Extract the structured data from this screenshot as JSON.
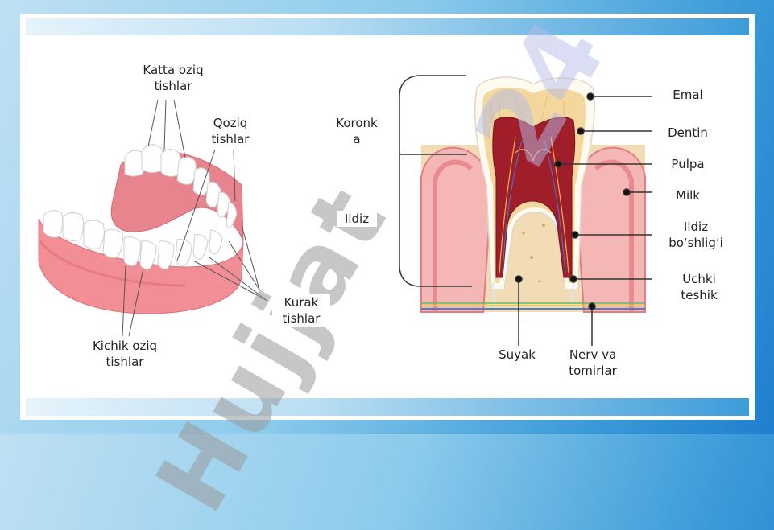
{
  "labels": {
    "katta_oziq": [
      "Katta oziq",
      "tishlar"
    ],
    "qoziq": [
      "Qoziq",
      "tishlar"
    ],
    "kurak": [
      "Kurak",
      "tishlar"
    ],
    "kichik_oziq": [
      "Kichik oziq",
      "tishlar"
    ],
    "koronka": [
      "Koronk",
      "a"
    ],
    "ildiz": "Ildiz",
    "emal": "Emal",
    "dentin": "Dentin",
    "pulpa": "Pulpa",
    "milk": "Milk",
    "ildiz_boshligi": [
      "Ildiz",
      "bo‘shlig‘i"
    ],
    "uchki_teshik": [
      "Uchki",
      "teshik"
    ],
    "suyak": "Suyak",
    "nerv": [
      "Nerv va",
      "tomirlar"
    ]
  },
  "watermark": {
    "main": "Hujjat",
    "secondary": "24"
  },
  "colors": {
    "gum": "#f08f95",
    "bone": "#f1dcb6",
    "enamel": "#fffaf0",
    "dentin": "#f3d79c",
    "pulp": "#a01d2a",
    "watermark": "#9a9a9a"
  }
}
